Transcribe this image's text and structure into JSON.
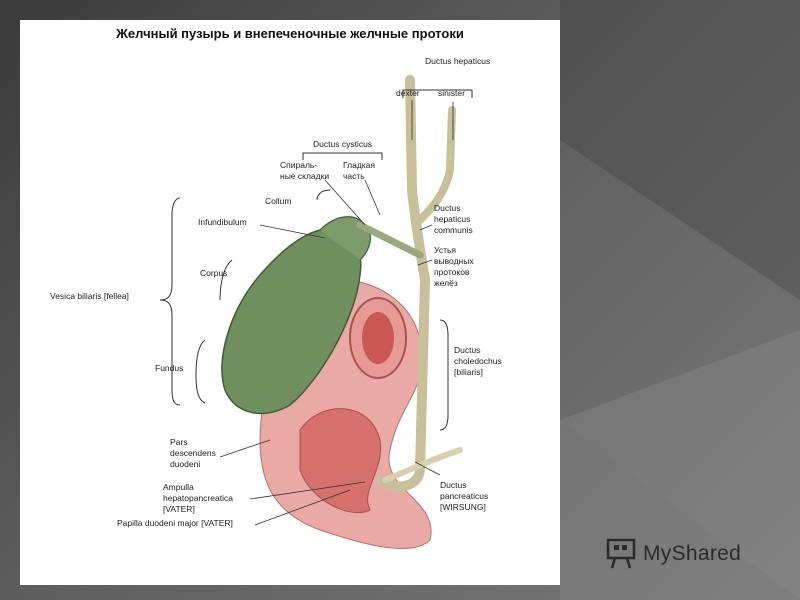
{
  "title": "Желчный пузырь и внепеченочные желчные протоки",
  "labels": {
    "ductus_hepaticus": "Ductus hepaticus",
    "dexter": "dexter",
    "sinister": "sinister",
    "ductus_cysticus": "Ductus cysticus",
    "spiral_1": "Спираль-",
    "spiral_2": "ные складки",
    "smooth_1": "Гладкая",
    "smooth_2": "часть",
    "collum": "Collum",
    "infundibulum": "Infundibulum",
    "corpus": "Corpus",
    "vesica": "Vesica biliaris [fellea]",
    "fundus": "Fundus",
    "hep_comm_1": "Ductus",
    "hep_comm_2": "hepaticus",
    "hep_comm_3": "communis",
    "ustya_1": "Устья",
    "ustya_2": "выводных",
    "ustya_3": "протоков",
    "ustya_4": "желёз",
    "chol_1": "Ductus",
    "chol_2": "choledochus",
    "chol_3": "[biliaris]",
    "pars_1": "Pars",
    "pars_2": "descendens",
    "pars_3": "duodeni",
    "amp_1": "Ampulla",
    "amp_2": "hepatopancreatica",
    "amp_3": "[VATER]",
    "papilla": "Papilla duodeni major [VATER]",
    "panc_1": "Ductus",
    "panc_2": "pancreaticus",
    "panc_3": "[WIRSUNG]"
  },
  "logo": {
    "text": "MyShared"
  }
}
